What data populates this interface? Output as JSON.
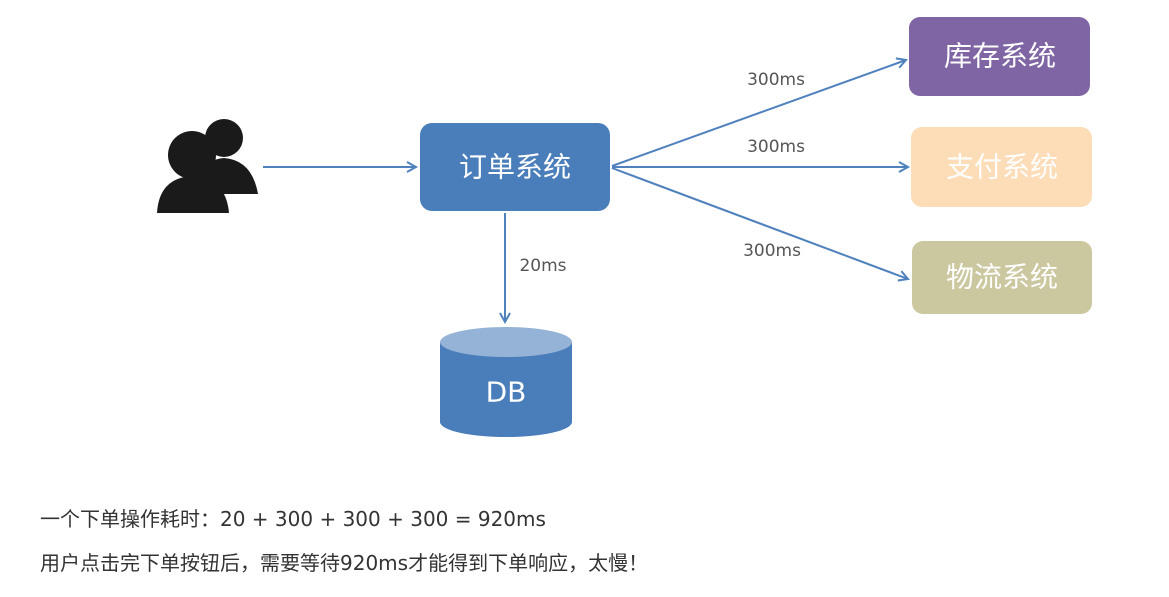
{
  "nodes": {
    "order": {
      "label": "订单系统",
      "color": "#4a7ebb"
    },
    "inventory": {
      "label": "库存系统",
      "color": "#7f65a3"
    },
    "payment": {
      "label": "支付系统",
      "color": "#fddcb8"
    },
    "logistics": {
      "label": "物流系统",
      "color": "#cbc79f"
    },
    "db": {
      "label": "DB",
      "color": "#4a7ebb",
      "top_color": "#95b3d7"
    }
  },
  "edges": {
    "user_to_order": {
      "label": ""
    },
    "order_to_inventory": {
      "label": "300ms"
    },
    "order_to_payment": {
      "label": "300ms"
    },
    "order_to_logistics": {
      "label": "300ms"
    },
    "order_to_db": {
      "label": "20ms"
    }
  },
  "icons": {
    "user": "users-icon"
  },
  "colors": {
    "arrow": "#4f81bd",
    "user_icon": "#1a1a1a"
  },
  "notes": {
    "line1": "一个下单操作耗时：20 + 300 + 300 + 300 = 920ms",
    "line2": "用户点击完下单按钮后，需要等待920ms才能得到下单响应，太慢！"
  }
}
